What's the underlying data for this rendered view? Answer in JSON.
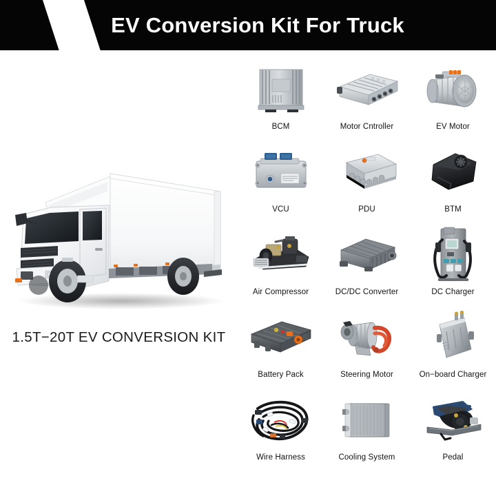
{
  "header": {
    "title": "EV Conversion Kit For Truck",
    "background_color": "#050505",
    "text_color": "#ffffff",
    "accent_shape": "diagonal-slash"
  },
  "left_panel": {
    "vehicle_alt": "white box truck three-quarter front view",
    "caption": "1.5T−20T EV CONVERSION KIT"
  },
  "product_grid": {
    "columns": 3,
    "rows": 5,
    "items": [
      {
        "label": "BCM",
        "icon": "bcm-controller-icon"
      },
      {
        "label": "Motor Cntroller",
        "icon": "motor-controller-icon"
      },
      {
        "label": "EV Motor",
        "icon": "ev-motor-icon"
      },
      {
        "label": "VCU",
        "icon": "vcu-icon"
      },
      {
        "label": "PDU",
        "icon": "pdu-icon"
      },
      {
        "label": "BTM",
        "icon": "btm-icon"
      },
      {
        "label": "Air Compressor",
        "icon": "air-compressor-icon"
      },
      {
        "label": "DC/DC Converter",
        "icon": "dcdc-converter-icon"
      },
      {
        "label": "DC Charger",
        "icon": "dc-charger-icon"
      },
      {
        "label": "Battery Pack",
        "icon": "battery-pack-icon"
      },
      {
        "label": "Steering Motor",
        "icon": "steering-motor-icon"
      },
      {
        "label": "On−board Charger",
        "icon": "onboard-charger-icon"
      },
      {
        "label": "Wire Harness",
        "icon": "wire-harness-icon"
      },
      {
        "label": "Cooling System",
        "icon": "cooling-system-icon"
      },
      {
        "label": "Pedal",
        "icon": "pedal-icon"
      }
    ]
  },
  "colors": {
    "page_background": "#ffffff",
    "banner": "#050505",
    "text": "#111111",
    "metal_light": "#d6d9db",
    "metal_mid": "#a8adb1",
    "metal_dark": "#6f767b",
    "accent_orange": "#e8701a",
    "accent_blue": "#2d5e8e",
    "dark_part": "#2b2b2e"
  }
}
